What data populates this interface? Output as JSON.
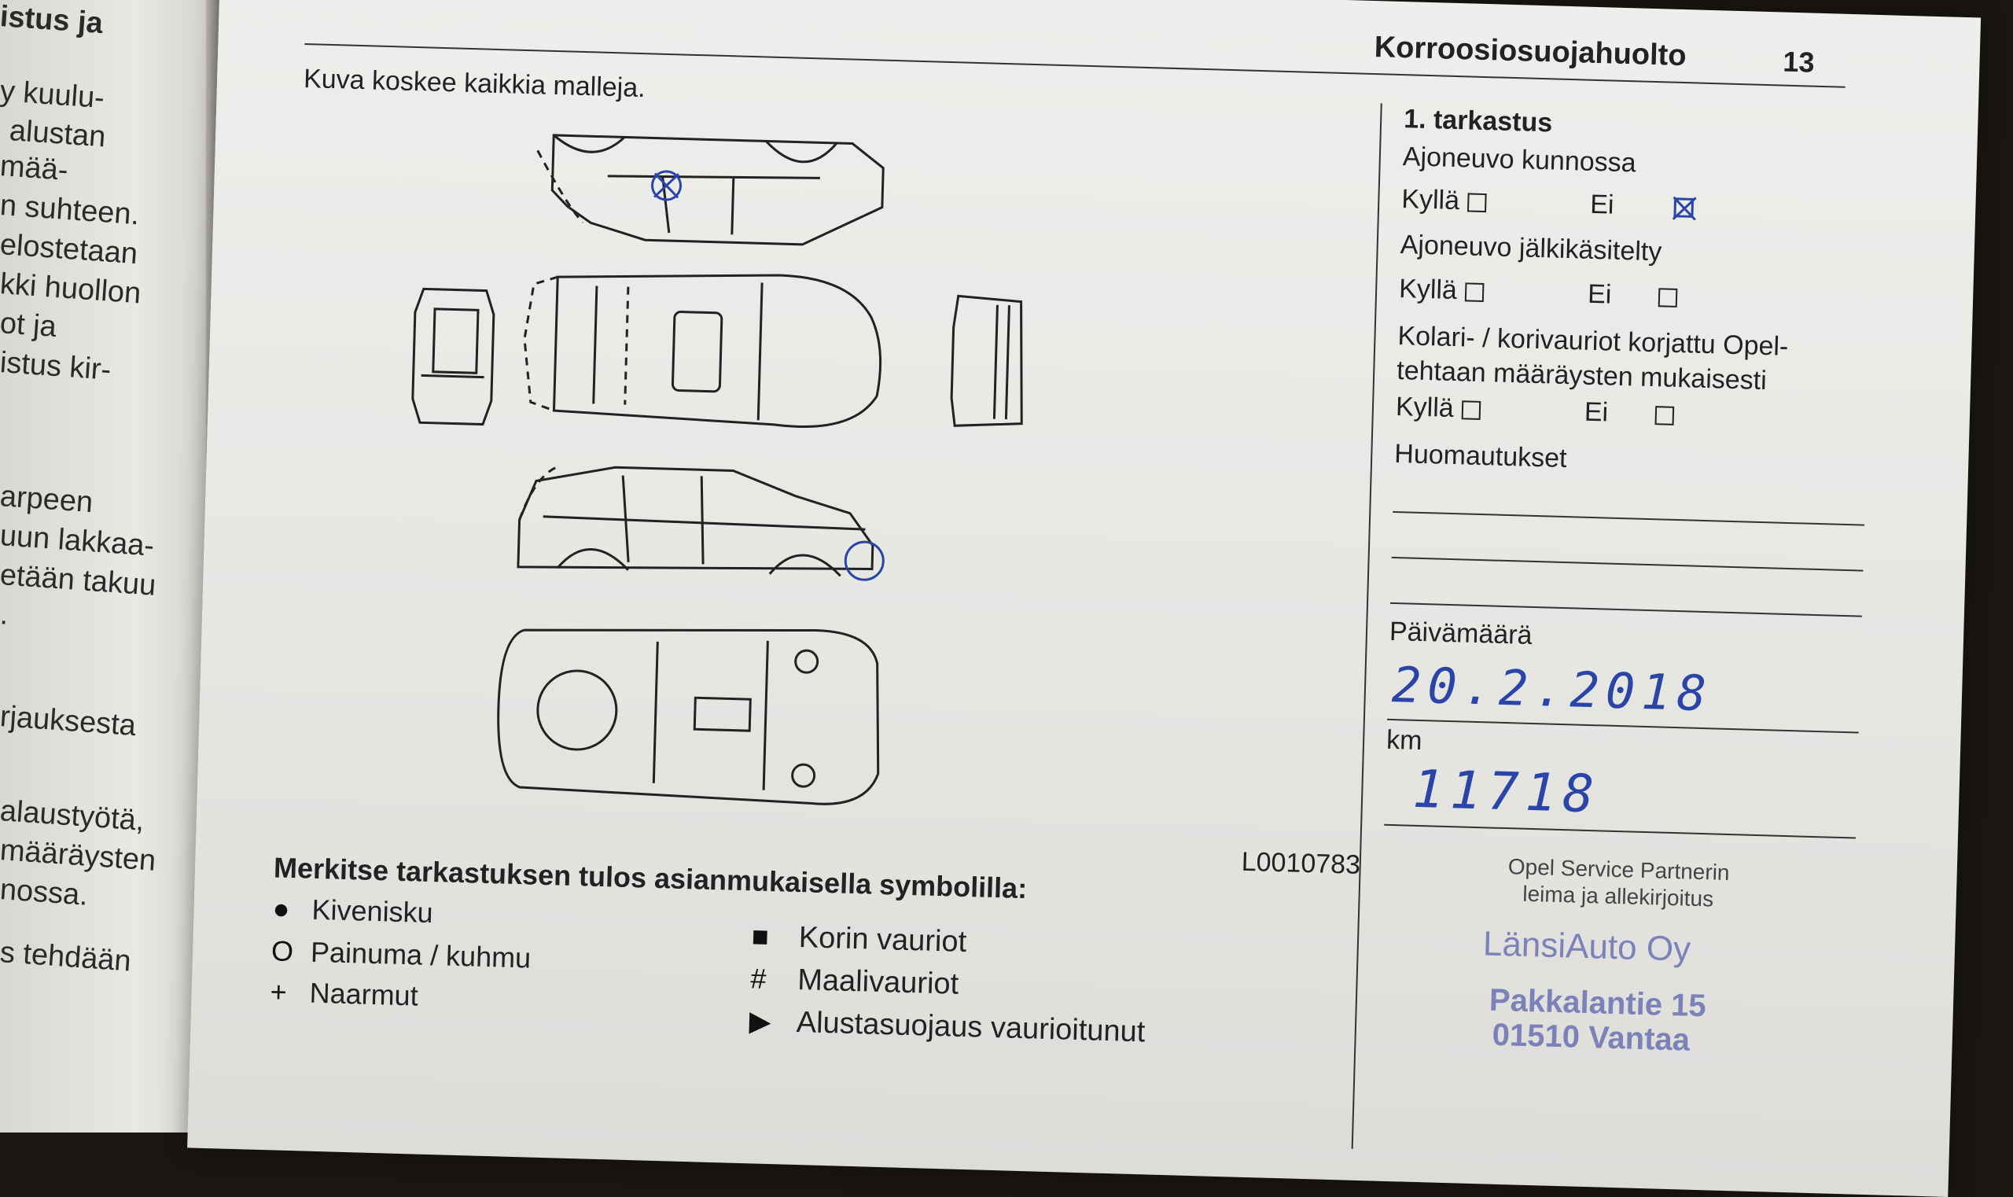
{
  "left_page": {
    "fragments": [
      "istus ja",
      "y kuulu-",
      "alustan",
      "mää-",
      "n suhteen.",
      "elostetaan",
      "kki huollon",
      "ot ja",
      "istus kir-",
      "arpeen",
      "uun lakkaa-",
      "etään takuu",
      ".",
      "rjauksesta",
      "alaustyötä,",
      "määräysten",
      "nossa.",
      "s tehdään"
    ]
  },
  "header": {
    "title": "Korroosiosuojahuolto",
    "page_number": "13"
  },
  "caption": "Kuva koskee kaikkia malleja.",
  "figure_id": "L0010783",
  "inspection": {
    "title": "1. tarkastus",
    "q1": "Ajoneuvo kunnossa",
    "q2": "Ajoneuvo jälkikäsitelty",
    "q3_line1": "Kolari- / korivauriot korjattu Opel-",
    "q3_line2": "tehtaan määräysten mukaisesti",
    "yes": "Kyllä",
    "no": "Ei",
    "remarks": "Huomautukset",
    "date_label": "Päivämäärä",
    "date_value": "20.2.2018",
    "km_label": "km",
    "km_value": "11718",
    "partner_line1": "Opel Service Partnerin",
    "partner_line2": "leima ja allekirjoitus",
    "stamp_line1": "LänsiAuto Oy",
    "stamp_line2": "Pakkalantie 15",
    "stamp_line3": "01510 Vantaa"
  },
  "legend": {
    "title": "Merkitse tarkastuksen tulos asianmukaisella symbolilla:",
    "items": [
      {
        "symbol": "●",
        "label": "Kivenisku"
      },
      {
        "symbol": "O",
        "label": "Painuma / kuhmu"
      },
      {
        "symbol": "+",
        "label": "Naarmut"
      },
      {
        "symbol": "■",
        "label": "Korin vauriot"
      },
      {
        "symbol": "#",
        "label": "Maalivauriot"
      },
      {
        "symbol": "▶",
        "label": "Alustasuojaus vaurioitunut"
      }
    ]
  },
  "colors": {
    "pen": "#2a44a8",
    "stamp": "#7a82b8"
  }
}
